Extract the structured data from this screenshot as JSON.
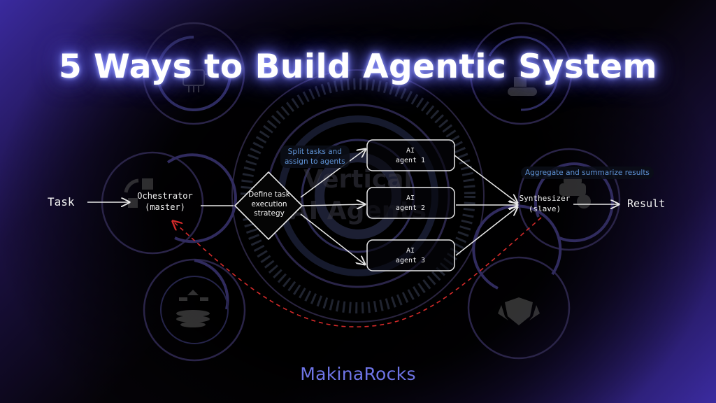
{
  "title": "5 Ways to Build Agentic System",
  "background_watermark": [
    "Vertical",
    "AI Agents"
  ],
  "nodes": {
    "input": "Task",
    "orchestrator": [
      "Ochestrator",
      "(master)"
    ],
    "strategy": [
      "Define task",
      "execution",
      "strategy"
    ],
    "agents": [
      {
        "line1": "AI",
        "line2": "agent 1"
      },
      {
        "line1": "AI",
        "line2": "agent 2"
      },
      {
        "line1": "AI",
        "line2": "agent 3"
      }
    ],
    "synthesizer": [
      "Synthesizer",
      "(slave)"
    ],
    "output": "Result"
  },
  "annotations": {
    "split": [
      "Split tasks and",
      "assign to agents"
    ],
    "aggregate": "Aggregate and summarize results"
  },
  "feedback_loop": {
    "from": "synthesizer",
    "to": "orchestrator",
    "style": "dashed",
    "color": "#d42a2a"
  },
  "background_icons": [
    "chip-icon",
    "conveyor-icon",
    "cycle-cubes-icon",
    "car-gear-icon",
    "routing-coins-icon",
    "shield-star-icon"
  ],
  "brand": "MakinaRocks",
  "colors": {
    "title_glow": "#6f74ee",
    "note_text": "#5f93d6",
    "brand": "#6e74e6",
    "feedback": "#d42a2a",
    "stroke": "#e8e8e8"
  }
}
